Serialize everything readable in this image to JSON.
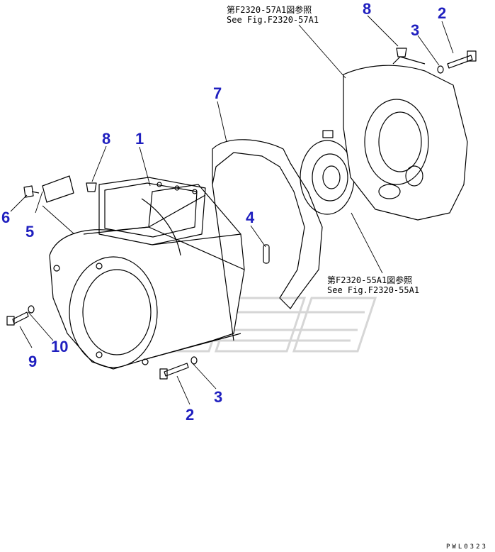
{
  "callouts": {
    "c1": "1",
    "c2_top": "2",
    "c2_bottom": "2",
    "c3_top": "3",
    "c3_bottom": "3",
    "c4": "4",
    "c5": "5",
    "c6": "6",
    "c7": "7",
    "c8_left": "8",
    "c8_top": "8",
    "c9": "9",
    "c10": "10"
  },
  "references": {
    "top_jp": "第F2320-57A1図参照",
    "top_en": "See Fig.F2320-57A1",
    "mid_jp": "第F2320-55A1図参照",
    "mid_en": "See Fig.F2320-55A1"
  },
  "drawing_code": "PWL0323",
  "colors": {
    "callout": "#1f1fbf",
    "line": "#000000",
    "watermark": "#d8d8d8"
  }
}
